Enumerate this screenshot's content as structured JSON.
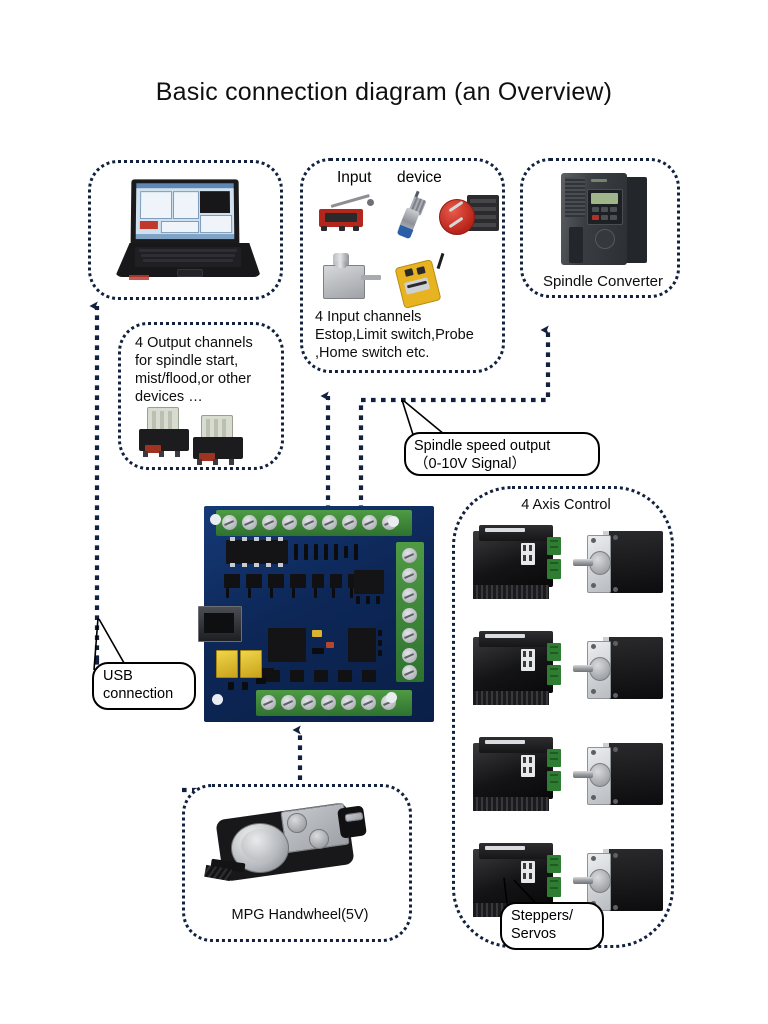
{
  "title": "Basic connection diagram (an Overview)",
  "panels": {
    "laptop": {
      "name": "laptop-panel",
      "image_label": "laptop-running-cnc-control-software"
    },
    "input_device": {
      "heading_left": "Input",
      "heading_right": "device",
      "caption_lines": [
        "4 Input channels",
        "Estop,Limit switch,Probe",
        ",Home switch etc."
      ],
      "devices": [
        "micro-limit-switch",
        "inductive-proximity-sensor",
        "emergency-stop-button",
        "metal-limit-switch",
        "yellow-pendant-control"
      ]
    },
    "spindle_converter": {
      "caption": "Spindle Converter",
      "image_label": "vfd-variable-frequency-drive"
    },
    "output_channels": {
      "caption_lines": [
        "4 Output channels",
        "for spindle start,",
        "mist/flood,or other",
        "devices …"
      ],
      "image_label": "relay-modules"
    },
    "axis_control": {
      "caption": "4 Axis Control",
      "axis_count": 4,
      "image_label": "stepper-driver-and-motor-pairs"
    },
    "mpg": {
      "caption": "MPG Handwheel(5V)",
      "image_label": "mpg-handwheel-pendant"
    }
  },
  "board": {
    "name": "usb-cnc-breakout-board",
    "color": "#0d2757"
  },
  "balloons": {
    "spindle_speed": {
      "line1": "Spindle speed output",
      "line2": "（0-10V Signal）"
    },
    "usb": {
      "line1": "USB",
      "line2": "connection"
    },
    "steppers": {
      "line1": "Steppers/",
      "line2": "Servos"
    }
  },
  "colors": {
    "connector": "#12213f",
    "pcb": "#0d2757",
    "terminal_green": "#3f8a38",
    "estop_red": "#b8241a",
    "pendant_yellow": "#e8b321"
  }
}
